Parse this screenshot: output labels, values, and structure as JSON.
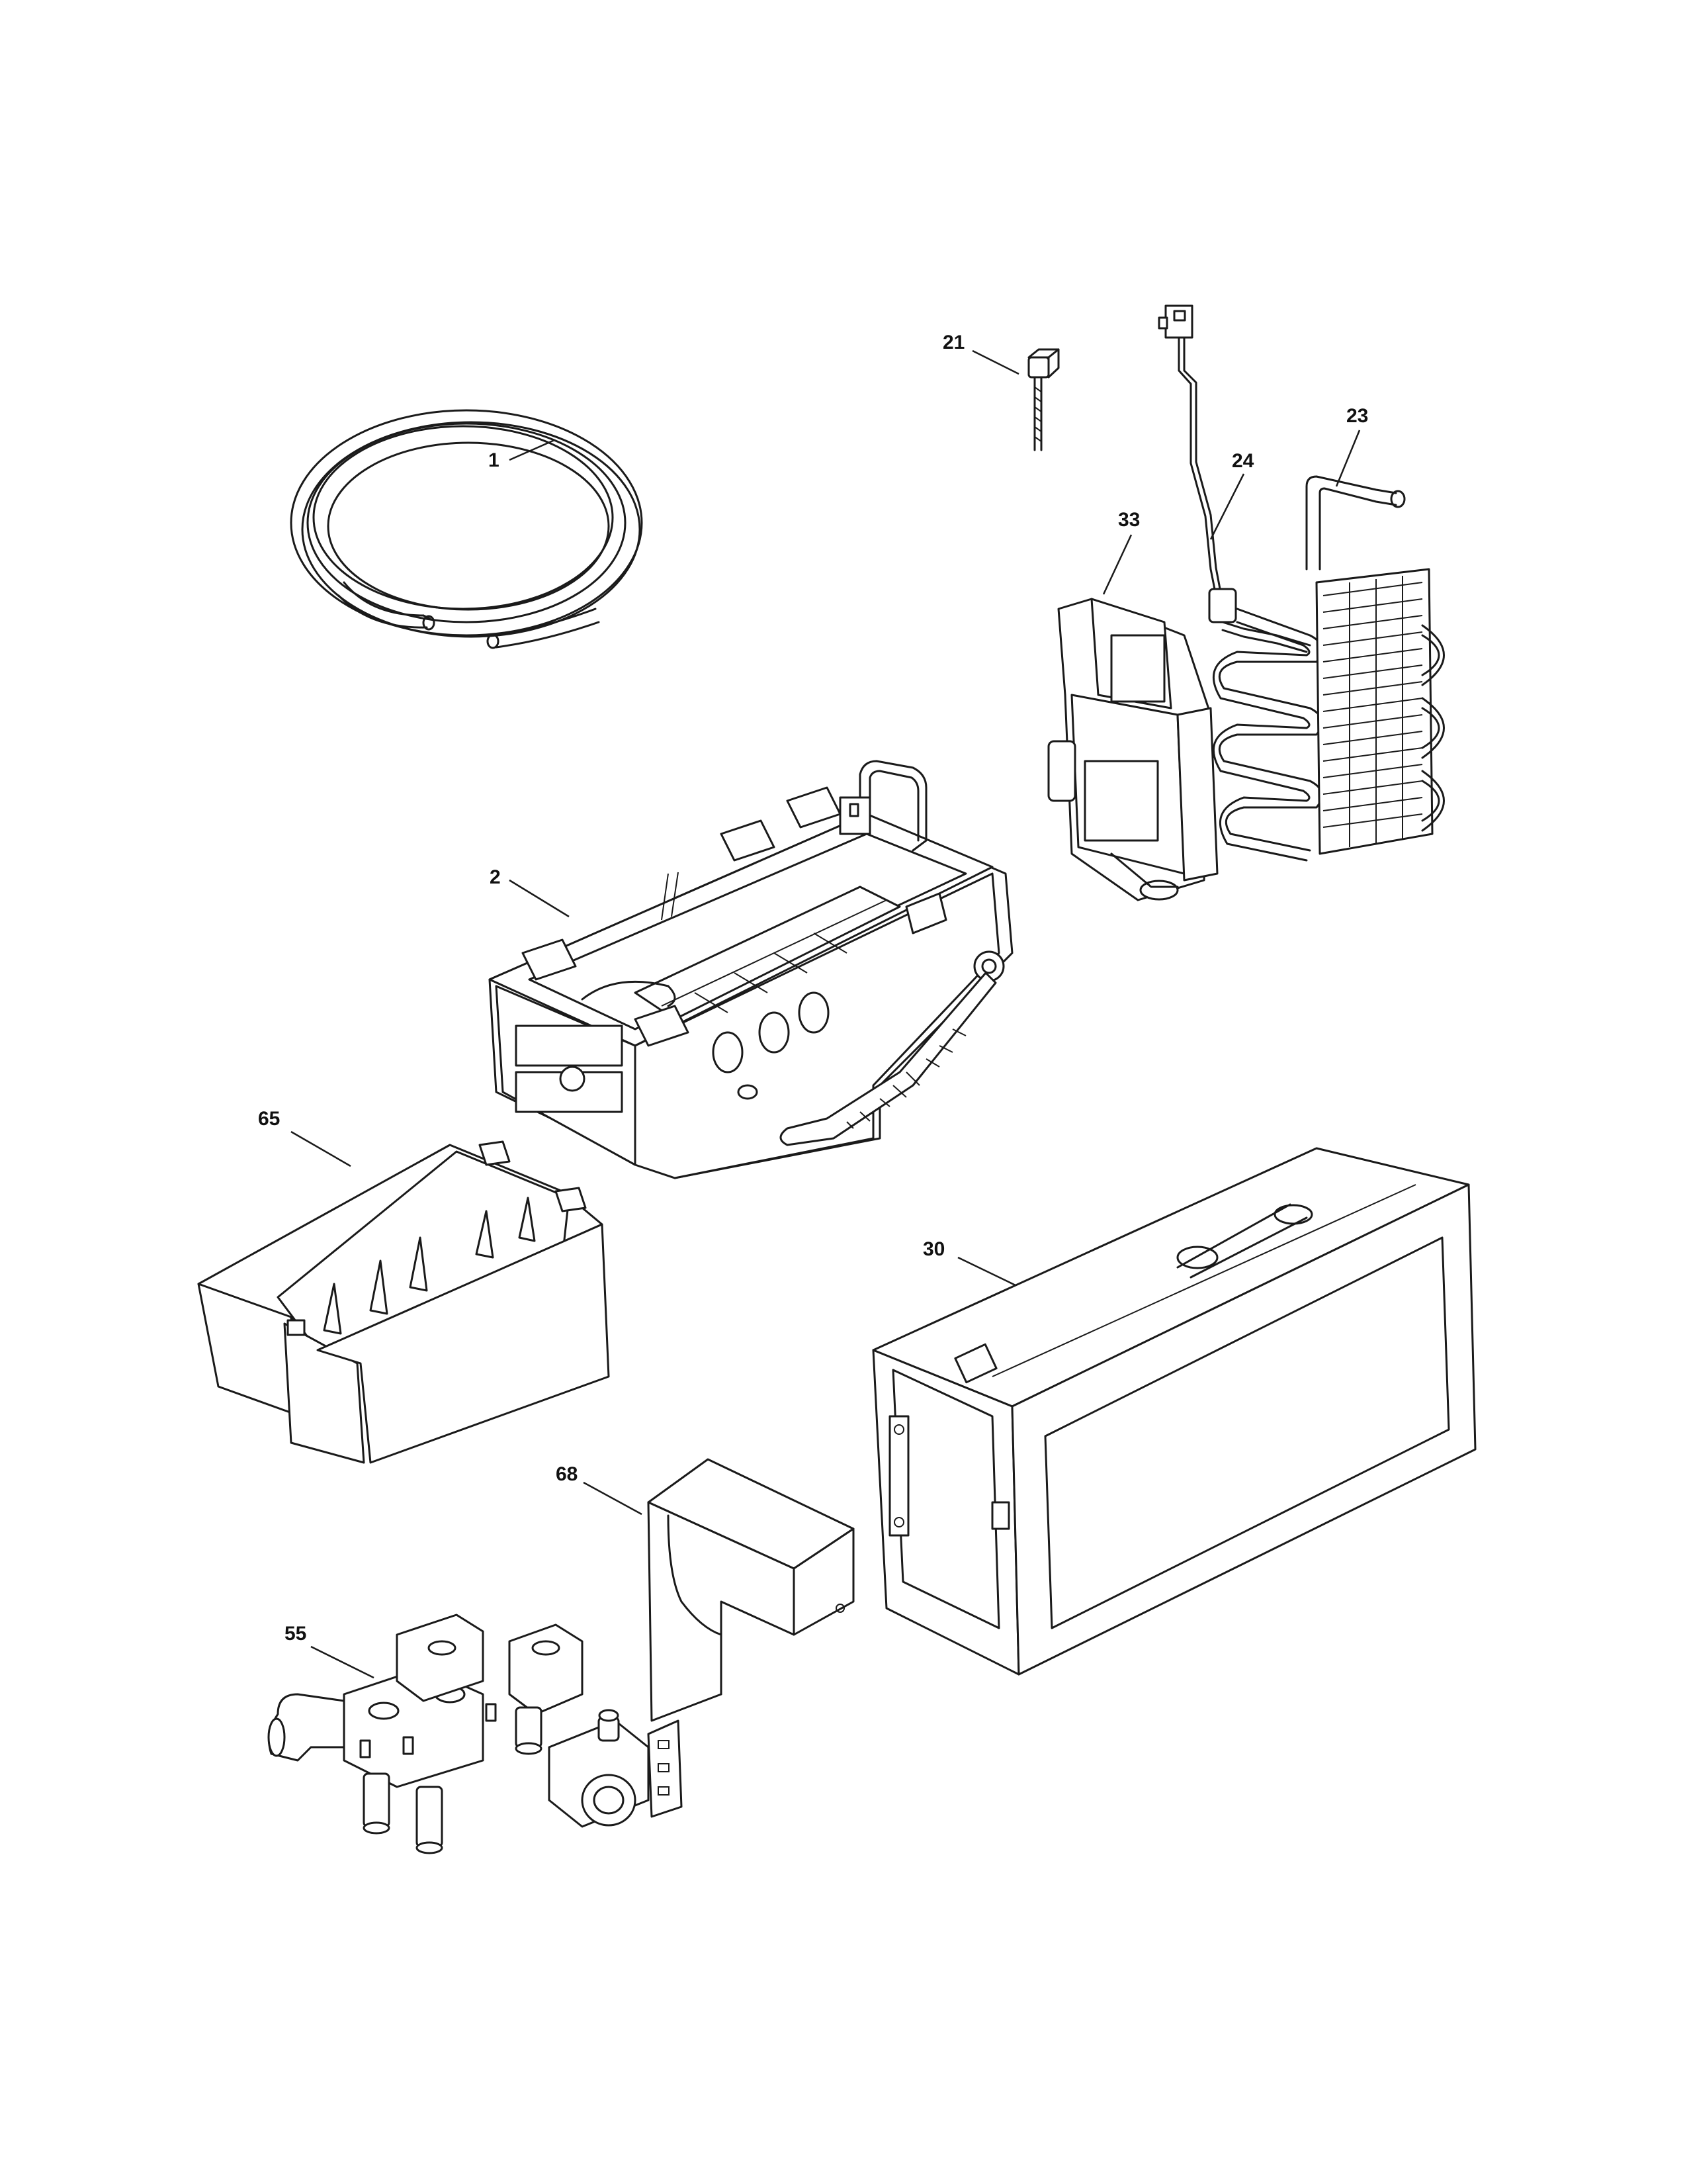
{
  "diagram": {
    "parts": [
      {
        "id": "1",
        "name": "water-tubing"
      },
      {
        "id": "2",
        "name": "ice-maker-assembly"
      },
      {
        "id": "21",
        "name": "screw"
      },
      {
        "id": "23",
        "name": "evaporator-coil"
      },
      {
        "id": "24",
        "name": "heater-harness"
      },
      {
        "id": "30",
        "name": "ice-bucket-housing"
      },
      {
        "id": "33",
        "name": "fan-cover"
      },
      {
        "id": "55",
        "name": "water-valve-assembly"
      },
      {
        "id": "65",
        "name": "ice-container"
      },
      {
        "id": "68",
        "name": "ice-chute"
      }
    ]
  }
}
